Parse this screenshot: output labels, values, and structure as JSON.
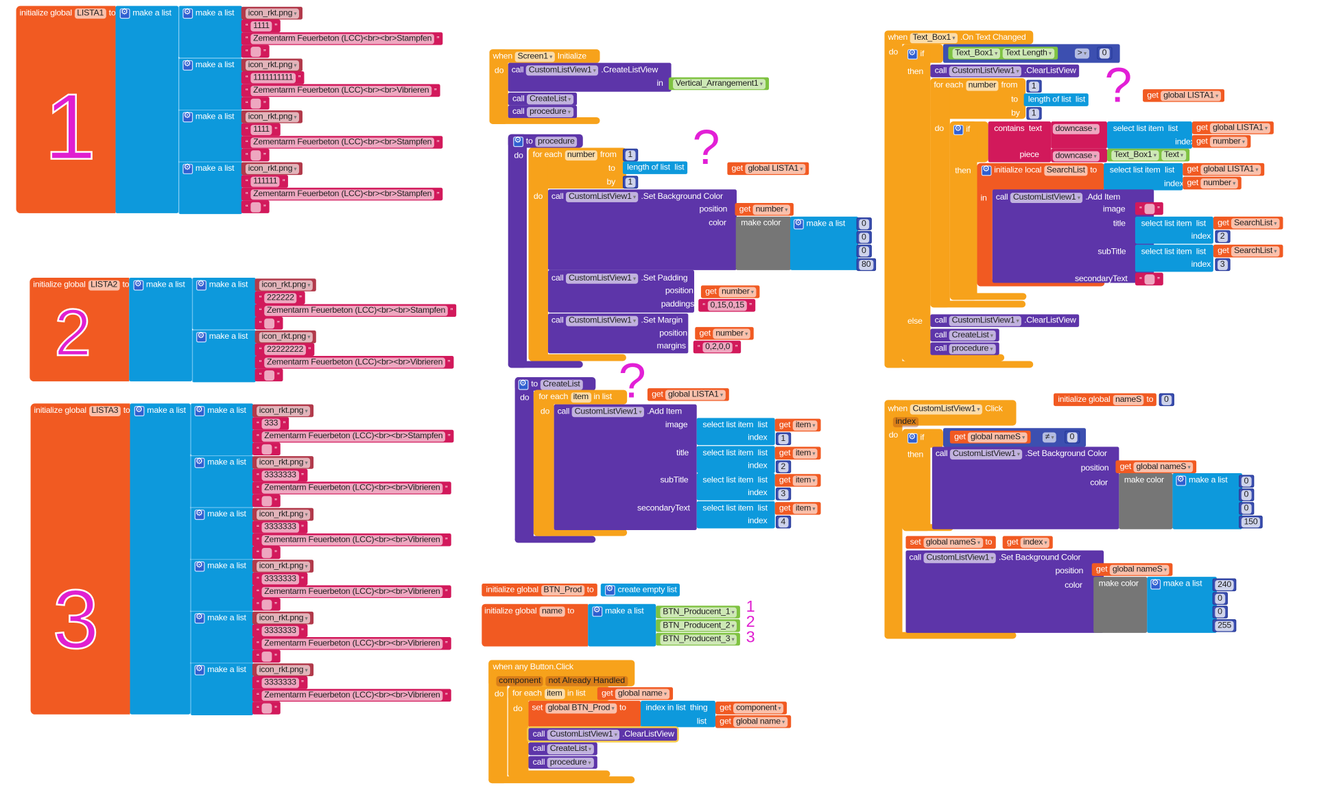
{
  "common": {
    "initialize_global": "initialize global",
    "initialize_local": "initialize local",
    "to": "to",
    "make_a_list": "make a list",
    "call": "call",
    "do": "do",
    "when": "when",
    "then": "then",
    "else": "else",
    "if": "if",
    "get": "get",
    "set": "set",
    "in": "in",
    "for_each": "for each",
    "from": "from",
    "by": "by",
    "in_list": "in list",
    "length_of_list": "length of list  list",
    "select_list_item": "select list item  list",
    "index": "index",
    "make_color": "make color",
    "position": "position",
    "color": "color",
    "image": "image",
    "title": "title",
    "subtitle": "subTitle",
    "secondary_text": "secondaryText",
    "create_empty_list": "create empty list",
    "contains_text": "contains  text",
    "piece": "piece",
    "downcase": "downcase",
    "question": "?"
  },
  "components": {
    "clv": "CustomListView1",
    "createlist": "CreateList",
    "procedure": "procedure",
    "textbox": "Text_Box1"
  },
  "lists": [
    {
      "var": "LISTA1",
      "annotation": "1",
      "items": [
        {
          "icon": "icon_rkt.png",
          "id": "1111",
          "text": "Zementarm Feuerbeton (LCC)<br><br>Stampfen",
          "extra": ""
        },
        {
          "icon": "icon_rkt.png",
          "id": "1111111111",
          "text": "Zementarm Feuerbeton (LCC)<br><br>Vibrieren",
          "extra": ""
        },
        {
          "icon": "icon_rkt.png",
          "id": "1111",
          "text": "Zementarm Feuerbeton (LCC)<br><br>Stampfen",
          "extra": ""
        },
        {
          "icon": "icon_rkt.png",
          "id": "111111",
          "text": "Zementarm Feuerbeton (LCC)<br><br>Stampfen",
          "extra": ""
        }
      ]
    },
    {
      "var": "LISTA2",
      "annotation": "2",
      "items": [
        {
          "icon": "icon_rkt.png",
          "id": "222222",
          "text": "Zementarm Feuerbeton (LCC)<br><br>Stampfen",
          "extra": ""
        },
        {
          "icon": "icon_rkt.png",
          "id": "22222222",
          "text": "Zementarm Feuerbeton (LCC)<br><br>Vibrieren",
          "extra": ""
        }
      ]
    },
    {
      "var": "LISTA3",
      "annotation": "3",
      "items": [
        {
          "icon": "icon_rkt.png",
          "id": "333",
          "text": "Zementarm Feuerbeton (LCC)<br><br>Stampfen",
          "extra": ""
        },
        {
          "icon": "icon_rkt.png",
          "id": "3333333",
          "text": "Zementarm Feuerbeton (LCC)<br><br>Vibrieren",
          "extra": ""
        },
        {
          "icon": "icon_rkt.png",
          "id": "3333333",
          "text": "Zementarm Feuerbeton (LCC)<br><br>Vibrieren",
          "extra": ""
        },
        {
          "icon": "icon_rkt.png",
          "id": "3333333",
          "text": "Zementarm Feuerbeton (LCC)<br><br>Vibrieren",
          "extra": ""
        },
        {
          "icon": "icon_rkt.png",
          "id": "3333333",
          "text": "Zementarm Feuerbeton (LCC)<br><br>Vibrieren",
          "extra": ""
        },
        {
          "icon": "icon_rkt.png",
          "id": "3333333",
          "text": "Zementarm Feuerbeton (LCC)<br><br>Vibrieren",
          "extra": ""
        }
      ]
    }
  ],
  "screen1": {
    "component": "Screen1",
    "event": "Initialize",
    "method": ".CreateListView",
    "arrangement": "Vertical_Arrangement1"
  },
  "procedure": {
    "name": "procedure",
    "var": "number",
    "from": "1",
    "by": "1",
    "list_var": "global LISTA1",
    "bg_method": ".Set Background Color",
    "rgba": [
      "0",
      "0",
      "0",
      "80"
    ],
    "padding_method": ".Set Padding",
    "paddings_label": "paddings",
    "paddings": "0,15,0,15",
    "margin_method": ".Set Margin",
    "margins_label": "margins",
    "margins": "0,2,0,0"
  },
  "createlist": {
    "name": "CreateList",
    "var": "item",
    "list_var": "global LISTA1",
    "method": ".Add Item",
    "indices": [
      "1",
      "2",
      "3",
      "4"
    ]
  },
  "btn_prod": {
    "var": "BTN_Prod"
  },
  "name_list": {
    "var": "name",
    "items": [
      "BTN_Producent_1",
      "BTN_Producent_2",
      "BTN_Producent_3"
    ],
    "annotations": [
      "1",
      "2",
      "3"
    ]
  },
  "any_button": {
    "event": "when any Button.Click",
    "param1": "component",
    "param2": "not Already Handled",
    "var": "item",
    "list_var": "global name",
    "set_var": "global BTN_Prod",
    "index_in_list": "index in list  thing",
    "list_label": "list",
    "get_component": "component",
    "method": ".ClearListView"
  },
  "text_changed": {
    "event": ".On Text Changed",
    "property": "Text Length",
    "op": ">",
    "zero": "0",
    "method_clear": ".ClearListView",
    "var": "number",
    "from": "1",
    "by": "1",
    "list_var": "global LISTA1",
    "text_prop": "Text",
    "local_var": "SearchList",
    "add_method": ".Add Item",
    "image": "",
    "title_index": "2",
    "subtitle_index": "3",
    "secondary": ""
  },
  "click": {
    "event": "Click",
    "param": "index",
    "var": "global nameS",
    "op": "≠",
    "zero": "0",
    "bg_method": ".Set Background Color",
    "rgba1": [
      "0",
      "0",
      "0",
      "150"
    ],
    "rgba2": [
      "240",
      "0",
      "0",
      "255"
    ],
    "index_var": "index"
  },
  "names_init": {
    "var": "nameS",
    "value": "0"
  },
  "colors": {
    "variable": "#f15a22",
    "control": "#f7a21b",
    "list": "#0d99dc",
    "procedure": "#5d35a9",
    "text": "#d2195b",
    "component": "#7fc241",
    "color": "#767676",
    "math": "#3c4fb0",
    "asset": "#b23a4b",
    "annotation": "#e01fd0"
  }
}
